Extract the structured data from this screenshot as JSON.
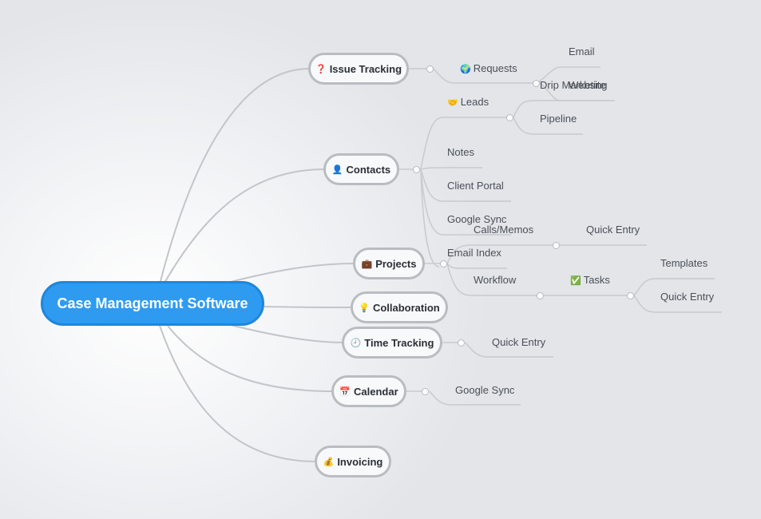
{
  "central": {
    "label": "Case Management Software"
  },
  "topics": {
    "issue_tracking": {
      "label": "Issue Tracking",
      "icon": "question-icon",
      "glyph": "❓"
    },
    "contacts": {
      "label": "Contacts",
      "icon": "person-icon",
      "glyph": "👤"
    },
    "projects": {
      "label": "Projects",
      "icon": "briefcase-icon",
      "glyph": "💼"
    },
    "collaboration": {
      "label": "Collaboration",
      "icon": "lightbulb-icon",
      "glyph": "💡"
    },
    "time_tracking": {
      "label": "Time Tracking",
      "icon": "clock-icon",
      "glyph": "🕘"
    },
    "calendar": {
      "label": "Calendar",
      "icon": "calendar-icon",
      "glyph": "📅"
    },
    "invoicing": {
      "label": "Invoicing",
      "icon": "money-bag-icon",
      "glyph": "💰"
    }
  },
  "subtopics": {
    "requests": {
      "label": "Requests",
      "icon": "globe-icon",
      "glyph": "🌍"
    },
    "email": {
      "label": "Email"
    },
    "drip_marketing": {
      "label": "Drip Marketing"
    },
    "website": {
      "label": "Website"
    },
    "leads": {
      "label": "Leads",
      "icon": "handshake-icon",
      "glyph": "🤝"
    },
    "pipeline": {
      "label": "Pipeline"
    },
    "notes": {
      "label": "Notes"
    },
    "client_portal": {
      "label": "Client Portal"
    },
    "google_sync_contacts": {
      "label": "Google Sync"
    },
    "calls_memos": {
      "label": "Calls/Memos"
    },
    "quick_entry_calls": {
      "label": "Quick Entry"
    },
    "email_index": {
      "label": "Email Index"
    },
    "workflow": {
      "label": "Workflow"
    },
    "tasks": {
      "label": "Tasks",
      "icon": "check-icon",
      "glyph": "✅"
    },
    "templates": {
      "label": "Templates"
    },
    "quick_entry_tasks": {
      "label": "Quick Entry"
    },
    "quick_entry_time": {
      "label": "Quick Entry"
    },
    "google_sync_calendar": {
      "label": "Google Sync"
    }
  }
}
